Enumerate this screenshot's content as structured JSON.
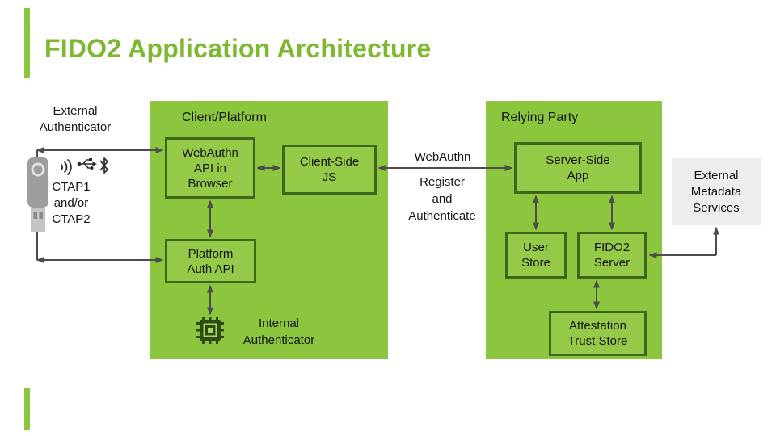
{
  "slide": {
    "title": "FIDO2 Application Architecture"
  },
  "colors": {
    "green_panel": "#8CC63F",
    "green_inner_box": "#95CA49",
    "green_box_border": "#3F671B",
    "title_green": "#7DB92E",
    "arrow_gray": "#4D4D4D",
    "metadata_bg": "#EDEDED"
  },
  "external_authenticator": {
    "label": "External\nAuthenticator",
    "ctap_label": "CTAP1\nand/or\nCTAP2",
    "icons": {
      "key": "security-key-icon",
      "nfc": "nfc-icon",
      "usb": "usb-icon",
      "bluetooth": "bluetooth-icon"
    }
  },
  "client_platform": {
    "title": "Client/Platform",
    "webauthn_api": "WebAuthn\nAPI in\nBrowser",
    "client_side_js": "Client-Side\nJS",
    "platform_auth_api": "Platform\nAuth API",
    "internal_authenticator": "Internal\nAuthenticator"
  },
  "connection": {
    "webauthn_label": "WebAuthn",
    "register_label": "Register\nand\nAuthenticate"
  },
  "relying_party": {
    "title": "Relying Party",
    "server_side_app": "Server-Side\nApp",
    "user_store": "User\nStore",
    "fido2_server": "FIDO2\nServer",
    "attestation_trust_store": "Attestation\nTrust Store"
  },
  "external_metadata": {
    "label": "External\nMetadata\nServices"
  }
}
